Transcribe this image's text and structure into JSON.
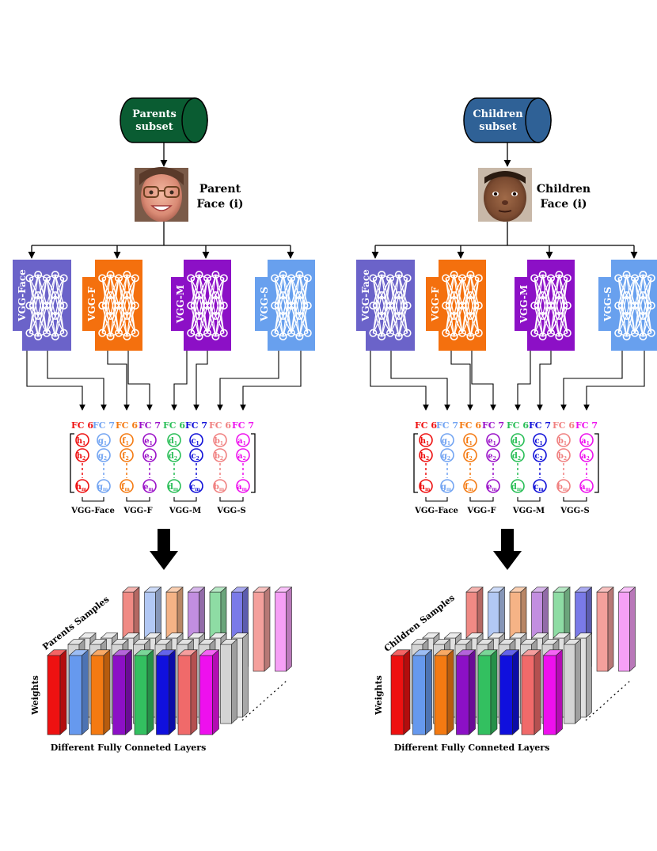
{
  "panels": [
    {
      "id": "parents",
      "db_label": [
        "Parents",
        "subset"
      ],
      "db_color": "#0a5c32",
      "face_label": [
        "Parent",
        "Face (i)"
      ],
      "face_kind": "parent",
      "samples_label": "Parents Samples",
      "weights_label": "Weights",
      "layers_label": "Different Fully Conneted Layers"
    },
    {
      "id": "children",
      "db_label": [
        "Children",
        "subset"
      ],
      "db_color": "#2f6196",
      "face_label": [
        "Children",
        "Face (i)"
      ],
      "face_kind": "child",
      "samples_label": "Children Samples",
      "weights_label": "Weights",
      "layers_label": "Different Fully Conneted Layers"
    }
  ],
  "networks": [
    {
      "label": "VGG-Face",
      "color": "#6b63c9"
    },
    {
      "label": "VGG-F",
      "color": "#f4700e"
    },
    {
      "label": "VGG-M",
      "color": "#8c10c6"
    },
    {
      "label": "VGG-S",
      "color": "#68a0ee"
    }
  ],
  "fc_columns": [
    {
      "header": "FC 6",
      "color": "#ee1111",
      "letter": "h",
      "subs": [
        "1",
        "2",
        "m"
      ]
    },
    {
      "header": "FC 7",
      "color": "#72a4f2",
      "letter": "g",
      "subs": [
        "1",
        "2",
        "m"
      ]
    },
    {
      "header": "FC 6",
      "color": "#f47a12",
      "letter": "f",
      "subs": [
        "1",
        "2",
        "m"
      ]
    },
    {
      "header": "FC 7",
      "color": "#9a10c8",
      "letter": "e",
      "subs": [
        "1",
        "2",
        "m"
      ]
    },
    {
      "header": "FC 6",
      "color": "#28be56",
      "letter": "d",
      "subs": [
        "1",
        "2",
        "m"
      ]
    },
    {
      "header": "FC 7",
      "color": "#1010d8",
      "letter": "c",
      "subs": [
        "1",
        "2",
        "m"
      ]
    },
    {
      "header": "FC 6",
      "color": "#f08080",
      "letter": "b",
      "subs": [
        "1",
        "2",
        "m"
      ]
    },
    {
      "header": "FC 7",
      "color": "#ee10ee",
      "letter": "a",
      "subs": [
        "1",
        "2",
        "m"
      ]
    }
  ],
  "group_labels": [
    "VGG-Face",
    "VGG-F",
    "VGG-M",
    "VGG-S"
  ],
  "block_colors": [
    "#ee1111",
    "#6699ee",
    "#f47a12",
    "#8c10c6",
    "#33c060",
    "#1010dd",
    "#f06a6a",
    "#ee10ee"
  ],
  "back_colors": [
    "#f08a84",
    "#b2c8f4",
    "#f5b386",
    "#c28ee0",
    "#8edca4",
    "#7a7ae8",
    "#f4a09c",
    "#f6a0f6"
  ]
}
